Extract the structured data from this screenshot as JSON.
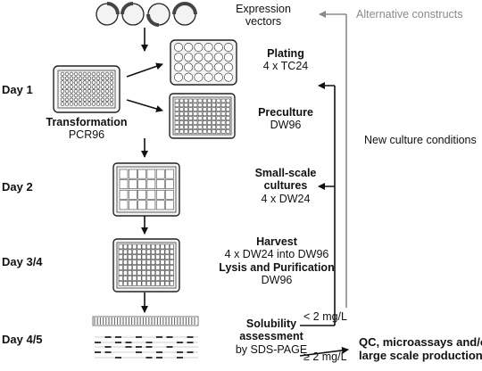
{
  "expression": {
    "line1": "Expression",
    "line2": "vectors"
  },
  "alternative_constructs": "Alternative constructs",
  "new_culture_conditions": "New culture conditions",
  "days": [
    "Day 1",
    "Day 2",
    "Day 3/4",
    "Day 4/5"
  ],
  "transformation": {
    "title": "Transformation",
    "sub": "PCR96"
  },
  "plating": {
    "title": "Plating",
    "sub": "4 x TC24"
  },
  "preculture": {
    "title": "Preculture",
    "sub": "DW96"
  },
  "small_scale": {
    "title1": "Small-scale",
    "title2": "cultures",
    "sub": "4 x DW24"
  },
  "harvest": {
    "title": "Harvest",
    "sub": "4 x DW24 into DW96"
  },
  "lysis": {
    "title": "Lysis and Purification",
    "sub": "DW96"
  },
  "solubility": {
    "title1": "Solubility",
    "title2": "assessment",
    "sub": "by SDS-PAGE"
  },
  "threshold_low": "< 2 mg/L",
  "threshold_high": "≥ 2 mg/L",
  "qc": {
    "line1": "QC, microassays and/or",
    "line2": "large scale production"
  },
  "colors": {
    "ink": "#111111",
    "gray": "#8a8a8a",
    "plate_fill": "#f4f4f4"
  }
}
